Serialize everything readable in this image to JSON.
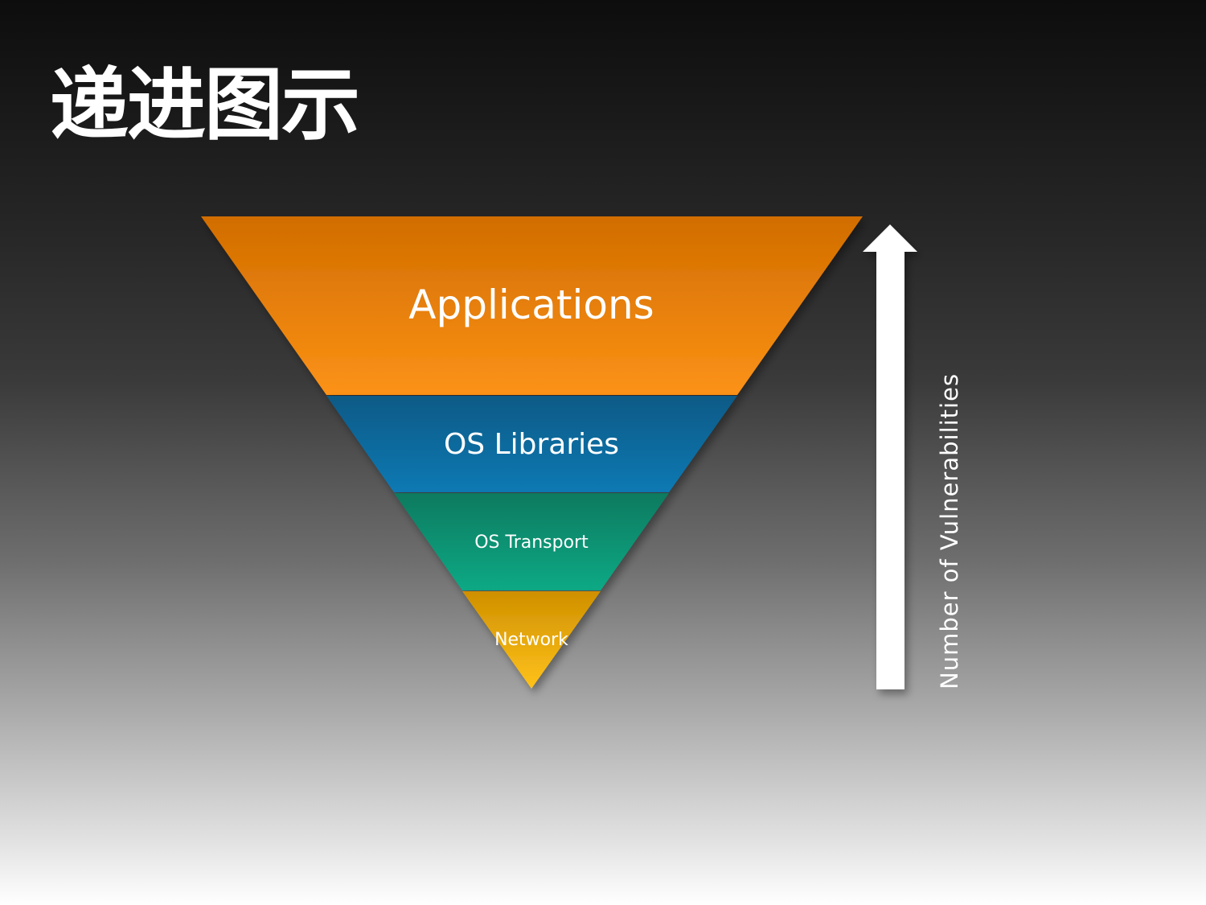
{
  "slide": {
    "title": "递进图示"
  },
  "funnel": {
    "layers": [
      {
        "label": "Applications",
        "color_top": "#d16d00",
        "color_bottom": "#fc9216"
      },
      {
        "label": "OS Libraries",
        "color_top": "#0c5a86",
        "color_bottom": "#0b79b3"
      },
      {
        "label": "OS Transport",
        "color_top": "#0e7a5f",
        "color_bottom": "#0ea985"
      },
      {
        "label": "Network",
        "color_top": "#cf9000",
        "color_bottom": "#ffc21a"
      }
    ]
  },
  "arrow": {
    "label": "Number of Vulnerabilities",
    "color": "#ffffff"
  }
}
